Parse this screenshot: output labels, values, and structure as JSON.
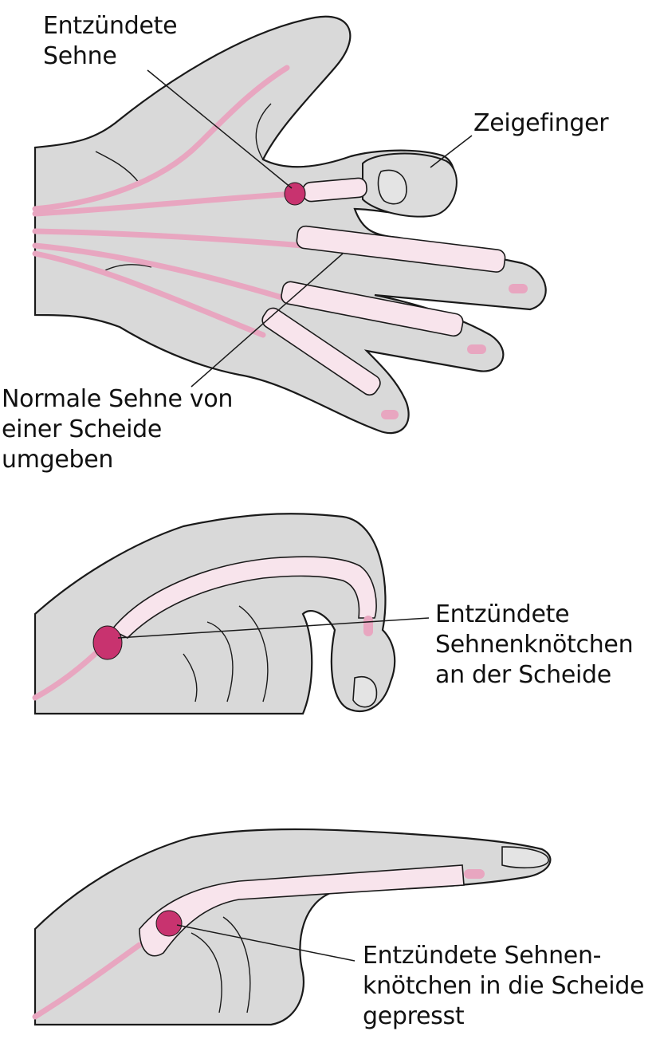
{
  "colors": {
    "skin": "#d9d9d9",
    "outline": "#1a1a1a",
    "tendon": "#e8a6c0",
    "sheath": "#f8e4ec",
    "nodule": "#c8336f"
  },
  "panel1": {
    "label_inflamed_tendon": [
      "Entzündete",
      "Sehne"
    ],
    "label_index_finger": [
      "Zeigefinger"
    ],
    "label_normal_tendon": [
      "Normale Sehne von",
      "einer Scheide",
      "umgeben"
    ]
  },
  "panel2": {
    "label_nodules": [
      "Entzündete",
      "Sehnenknötchen",
      "an der Scheide"
    ]
  },
  "panel3": {
    "label_pressed": [
      "Entzündete Sehnen-",
      "knötchen in die Scheide",
      "gepresst"
    ]
  }
}
